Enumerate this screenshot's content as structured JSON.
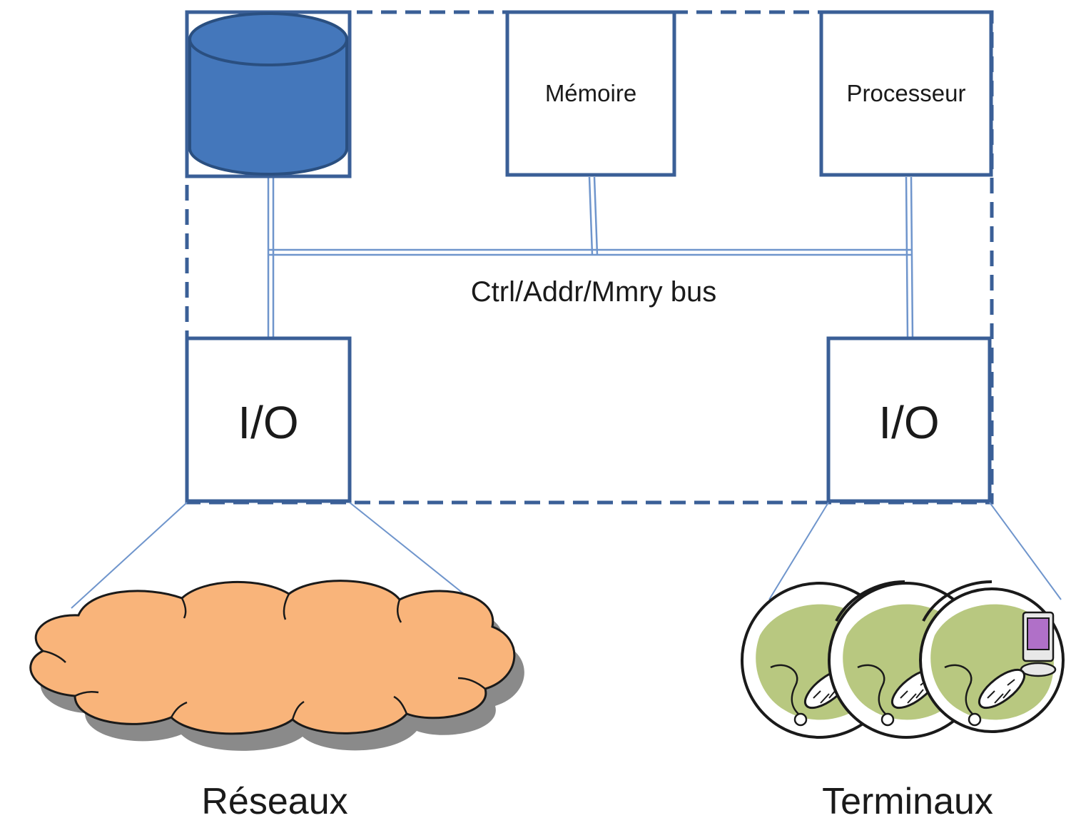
{
  "diagram": {
    "memory_label": "Mémoire",
    "processor_label": "Processeur",
    "bus_label": "Ctrl/Addr/Mmry bus",
    "io_left_label": "I/O",
    "io_right_label": "I/O",
    "network_label": "Réseaux",
    "terminals_label": "Terminaux"
  },
  "colors": {
    "box_border": "#3a5f97",
    "bus_line": "#6f95cc",
    "disk_fill": "#4477bb",
    "disk_stroke": "#2a4f80",
    "cloud_fill": "#f9b47a",
    "cloud_shadow": "#8a8a8a",
    "terminal_fill": "#b8c880",
    "screen_fill": "#b070c8"
  },
  "icons": {
    "disk": "database-cylinder-icon",
    "network": "cloud-icon",
    "terminals": "computer-terminal-icon"
  }
}
